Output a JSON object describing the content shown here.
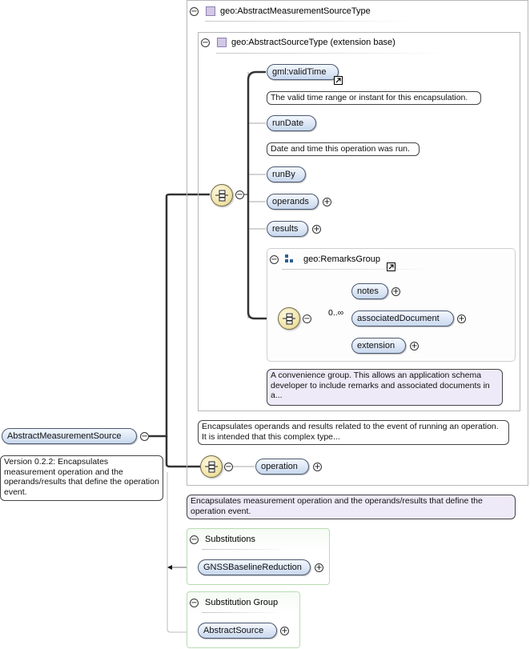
{
  "root": {
    "name": "AbstractMeasurementSource",
    "doc": "Version 0.2.2: Encapsulates measurement operation and the operands/results that define the operation event."
  },
  "outer_type": {
    "title": "geo:AbstractMeasurementSourceType",
    "doc": "Encapsulates measurement operation and the operands/results that define the operation event."
  },
  "base_type": {
    "title": "geo:AbstractSourceType (extension base)",
    "doc": "Encapsulates operands and results related to the event of running an operation. It is intended that this complex type..."
  },
  "elements": {
    "valid_time": {
      "name": "gml:validTime",
      "doc": "The valid time range or instant for this encapsulation."
    },
    "run_date": {
      "name": "runDate",
      "doc": "Date and time this operation was run."
    },
    "run_by": {
      "name": "runBy"
    },
    "operands": {
      "name": "operands"
    },
    "results": {
      "name": "results"
    },
    "operation": {
      "name": "operation"
    }
  },
  "remarks_group": {
    "title": "geo:RemarksGroup",
    "cardinality": "0..∞",
    "items": [
      "notes",
      "associatedDocument",
      "extension"
    ],
    "doc": "A convenience group. This allows an application schema developer to include remarks and associated documents in a..."
  },
  "substitutions": {
    "title": "Substitutions",
    "item": "GNSSBaselineReduction"
  },
  "substitution_group": {
    "title": "Substitution Group",
    "item": "AbstractSource"
  },
  "icons": {
    "collapse": "minus-circle-icon",
    "expand": "plus-circle-icon",
    "sequence": "sequence-compositor-icon",
    "reference": "reference-arrow-icon",
    "type": "complex-type-icon",
    "group": "group-icon"
  },
  "colors": {
    "element_fill": "#c8d8ee",
    "element_border": "#4c5a70",
    "type_icon": "#d3c8e6",
    "sequence_fill": "#efe0a0",
    "substitution_border": "#b9dcb2",
    "doc_lavender": "#eeeaf7"
  }
}
